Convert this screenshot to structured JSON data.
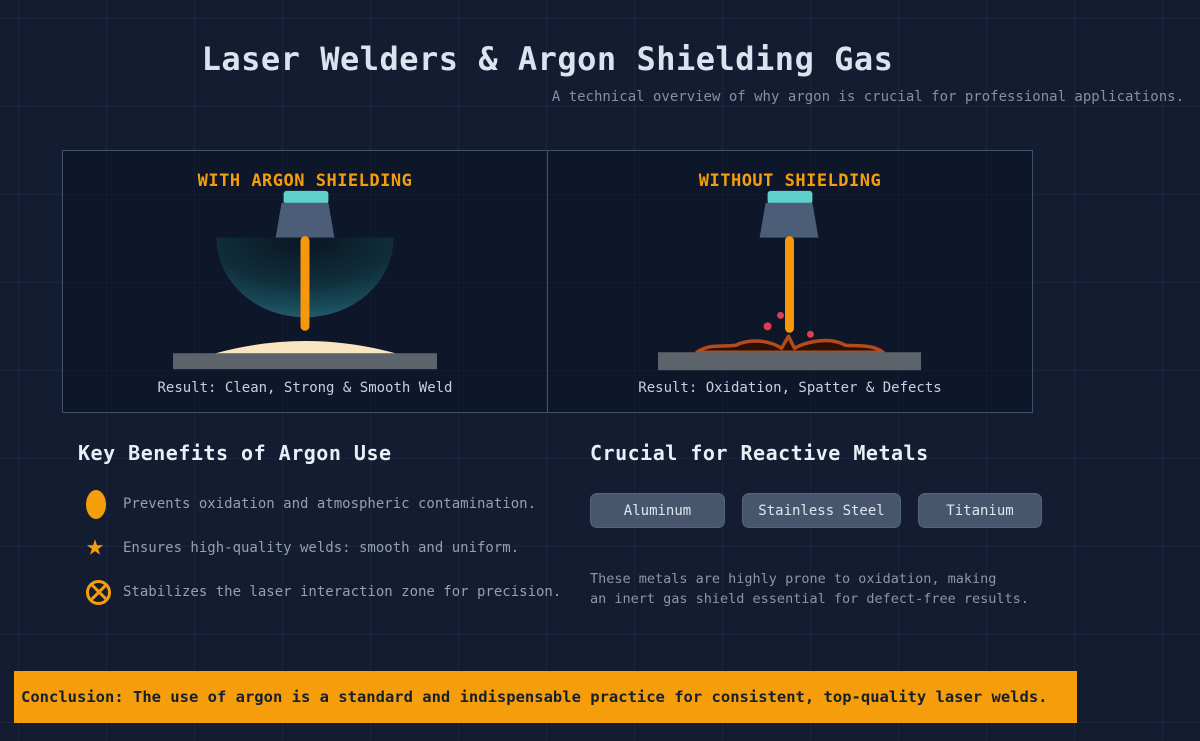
{
  "header": {
    "title": "Laser Welders & Argon Shielding Gas",
    "subtitle": "A technical overview of why argon is crucial for professional applications."
  },
  "panels": [
    {
      "title": "WITH ARGON SHIELDING",
      "result": "Result: Clean, Strong & Smooth Weld",
      "diagram_parts": [
        "nozzle-cap",
        "nozzle-body",
        "argon-gas-dome",
        "laser-beam",
        "smooth-weld-bead",
        "workpiece"
      ]
    },
    {
      "title": "WITHOUT SHIELDING",
      "result": "Result: Oxidation, Spatter & Defects",
      "diagram_parts": [
        "nozzle-cap",
        "nozzle-body",
        "laser-beam",
        "spatter-dots",
        "oxidized-weld-bead",
        "workpiece"
      ]
    }
  ],
  "benefits": {
    "heading": "Key Benefits of Argon Use",
    "items": [
      {
        "icon": "argon-bubble-icon",
        "text": "Prevents oxidation and atmospheric contamination."
      },
      {
        "icon": "star-icon",
        "text": "Ensures high-quality welds: smooth and uniform."
      },
      {
        "icon": "crossed-circle-icon",
        "text": "Stabilizes the laser interaction zone for precision."
      }
    ]
  },
  "metals": {
    "heading": "Crucial for Reactive Metals",
    "chips": [
      "Aluminum",
      "Stainless Steel",
      "Titanium"
    ],
    "note_lines": [
      "These metals are highly prone to oxidation, making",
      "an inert gas shield essential for defect-free results."
    ]
  },
  "conclusion": {
    "text": "Conclusion: The use of argon is a standard and indispensable practice for consistent, top-quality laser welds."
  },
  "colors": {
    "background": "#131C30",
    "accent_orange": "#F59E0B",
    "nozzle_teal": "#5FD0CA",
    "nozzle_slate": "#4C5D78",
    "laser_orange": "#F6970C",
    "weld_cream": "#F9E6C0",
    "rust_red": "#B34B1D",
    "spatter_red": "#E23B52",
    "workpiece_gray": "#5C636B",
    "panel_border": "#40526B"
  }
}
